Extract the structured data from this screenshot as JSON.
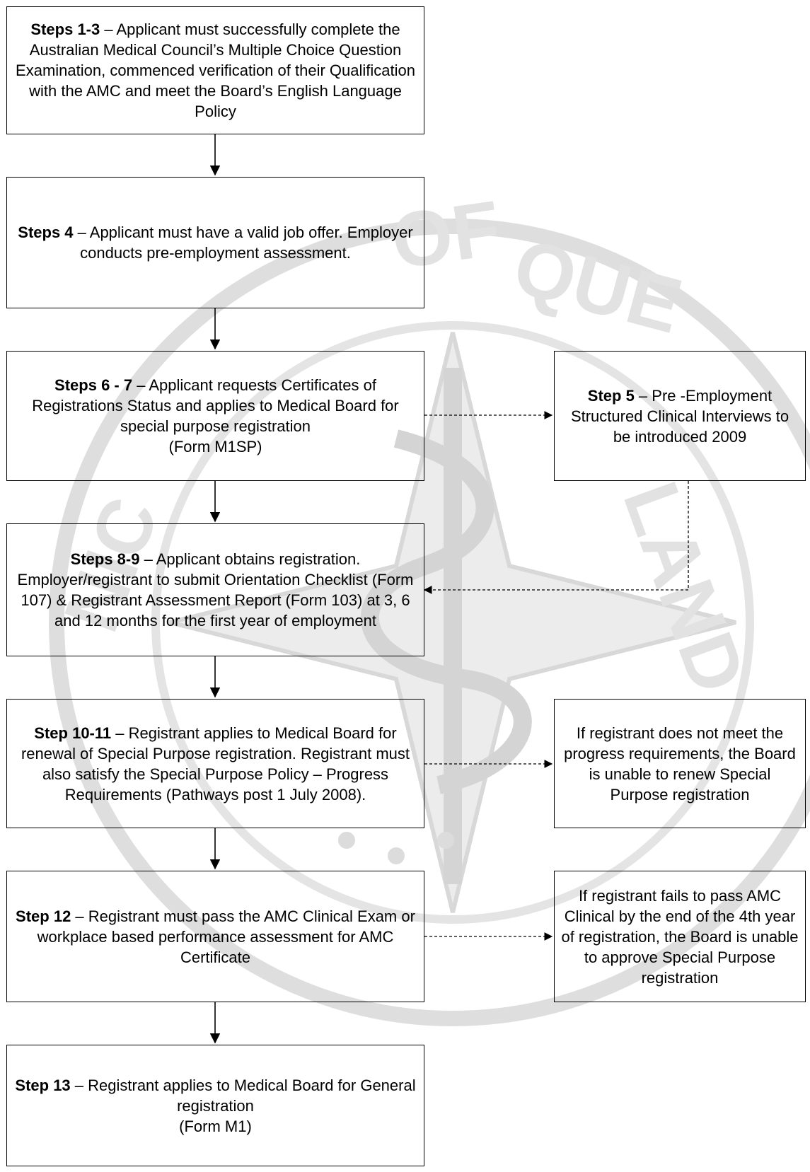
{
  "steps": {
    "s1_3": {
      "label": "Steps 1-3",
      "text": " – Applicant must successfully complete the Australian Medical Council’s Multiple Choice Question Examination, commenced verification of their Qualification with the AMC and meet the Board’s English Language Policy"
    },
    "s4": {
      "label": "Steps 4",
      "text": " – Applicant must have a valid job offer. Employer conducts pre-employment assessment."
    },
    "s6_7": {
      "label": "Steps 6 - 7",
      "text": " – Applicant requests Certificates of Registrations Status and applies to Medical Board for special purpose registration",
      "form": "(Form M1SP)"
    },
    "s5": {
      "label": "Step 5",
      "text": " – Pre -Employment Structured Clinical Interviews to be introduced 2009"
    },
    "s8_9": {
      "label": "Steps 8-9",
      "text": " – Applicant obtains registration. Employer/registrant to submit Orientation Checklist (Form 107) & Registrant Assessment Report (Form 103) at 3, 6 and 12 months for the first year of employment"
    },
    "s10_11": {
      "label": "Step 10-11",
      "text": " – Registrant applies to Medical Board for renewal of Special Purpose registration. Registrant must also satisfy the Special Purpose Policy – Progress Requirements (Pathways post 1 July 2008)."
    },
    "s10_11_side": {
      "text": "If registrant does not meet the progress requirements, the Board is unable to renew Special Purpose registration"
    },
    "s12": {
      "label": "Step 12",
      "text": " – Registrant must pass the AMC Clinical Exam or workplace based performance assessment for AMC Certificate"
    },
    "s12_side": {
      "text": "If registrant fails to pass AMC Clinical by the end of the 4th year of registration, the Board is unable to approve Special Purpose registration"
    },
    "s13": {
      "label": "Step 13",
      "text": " – Registrant applies to Medical Board for General registration",
      "form": "(Form M1)"
    }
  },
  "watermark": {
    "lettering": "MEDICAL BOARD OF QUEENSLAND"
  }
}
